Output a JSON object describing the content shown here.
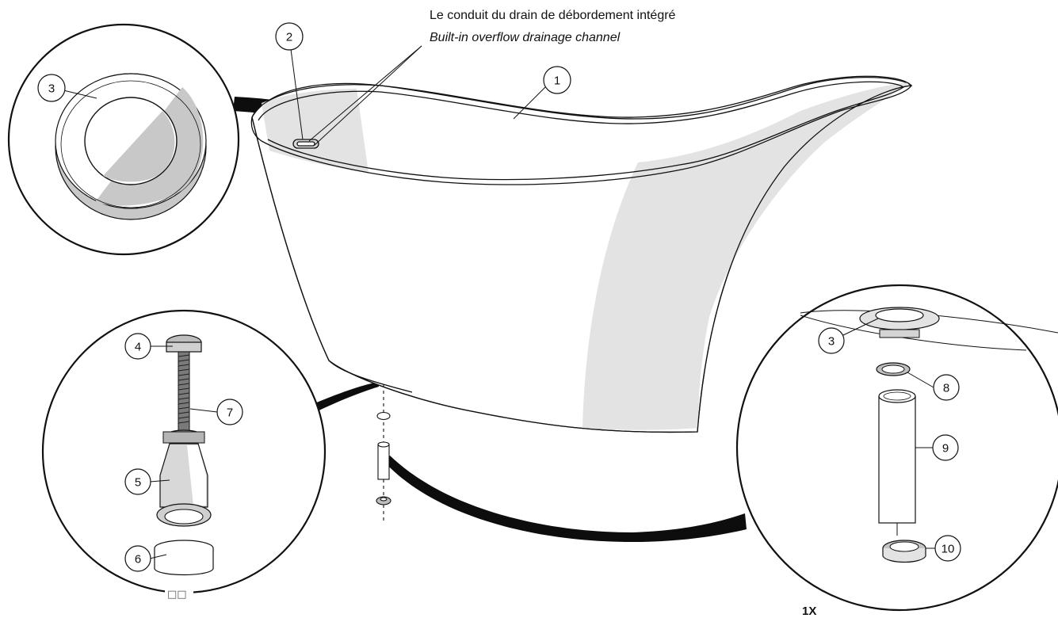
{
  "caption": {
    "line_fr": "Le conduit du drain de débordement intégré",
    "line_en": "Built-in overflow drainage channel"
  },
  "callouts": {
    "c1": "1",
    "c2": "2",
    "c3_top": "3",
    "c3_right": "3",
    "c4": "4",
    "c5": "5",
    "c6": "6",
    "c7": "7",
    "c8": "8",
    "c9": "9",
    "c10": "10"
  },
  "quantity_label": "1X",
  "bottom_left_marks": "□□",
  "colors": {
    "line": "#111111",
    "shade": "#e3e3e3",
    "shade_dark": "#c8c8c8",
    "band": "#0d0d0d"
  }
}
